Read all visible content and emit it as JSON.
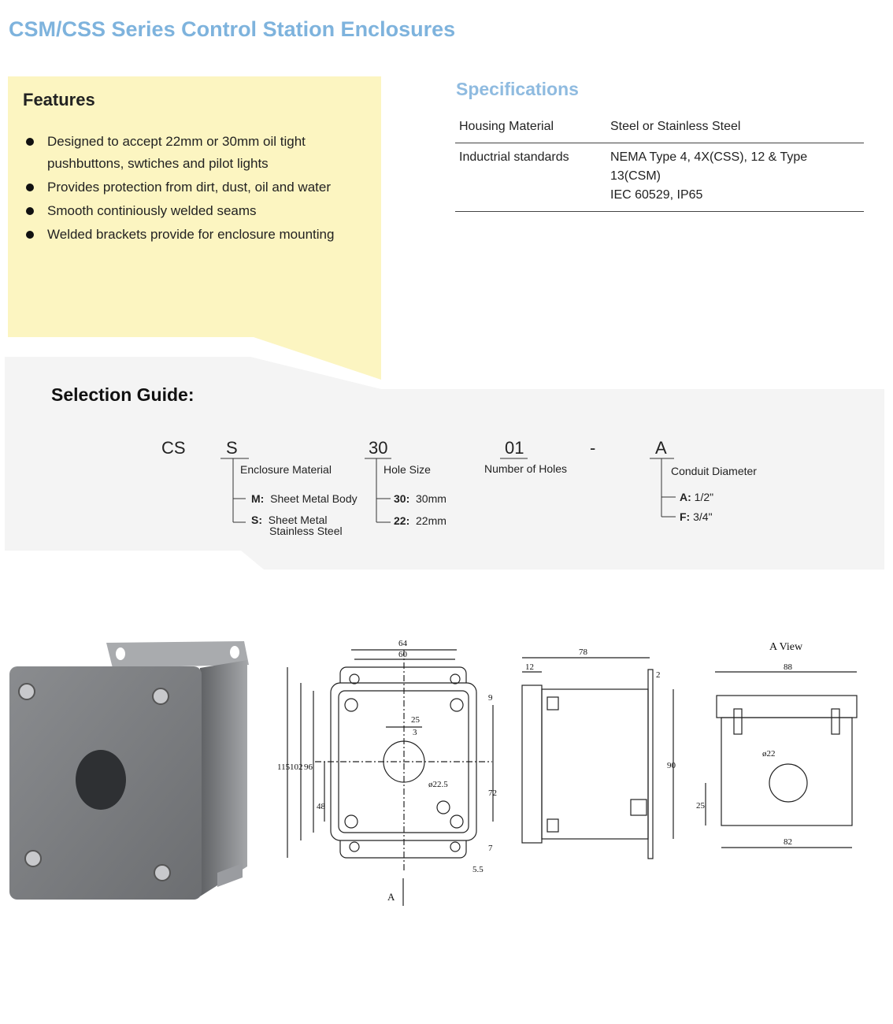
{
  "page": {
    "title": "CSM/CSS Series Control Station Enclosures"
  },
  "features": {
    "title": "Features",
    "items": [
      "Designed to accept 22mm or 30mm oil tight pushbuttons, swtiches and pilot lights",
      "Provides protection from dirt, dust, oil and water",
      "Smooth continiously welded seams",
      "Welded brackets provide for enclosure mounting"
    ]
  },
  "specifications": {
    "title": "Specifications",
    "rows": [
      {
        "key": "Housing Material",
        "value": "Steel or Stainless Steel",
        "value2": ""
      },
      {
        "key": "Inductrial standards",
        "value": "NEMA Type 4, 4X(CSS), 12 & Type 13(CSM)",
        "value2": "IEC 60529, IP65"
      }
    ]
  },
  "selection_guide": {
    "title": "Selection Guide:",
    "prefix": "CS",
    "material_code": "S",
    "hole_size_code": "30",
    "holes_code": "01",
    "dash": "-",
    "conduit_code": "A",
    "material": {
      "label": "Enclosure Material",
      "options": [
        {
          "code": "M:",
          "text": "Sheet Metal Body"
        },
        {
          "code": "S:",
          "text": "Sheet Metal",
          "text2": "Stainless Steel"
        }
      ]
    },
    "hole_size": {
      "label": "Hole Size",
      "options": [
        {
          "code": "30:",
          "text": "30mm"
        },
        {
          "code": "22:",
          "text": "22mm"
        }
      ]
    },
    "holes": {
      "label": "Number of Holes"
    },
    "conduit": {
      "label": "Conduit Diameter",
      "options": [
        {
          "code": "A:",
          "text": "1/2\""
        },
        {
          "code": "F:",
          "text": "3/4\""
        }
      ]
    }
  },
  "drawings": {
    "front": {
      "dims": [
        "64",
        "60",
        "25",
        "3",
        "115",
        "102",
        "96",
        "48",
        "72",
        "9",
        "7",
        "5.5",
        "ø22.5"
      ],
      "view_marker": "A"
    },
    "side": {
      "dims": [
        "78",
        "12",
        "2",
        "90"
      ]
    },
    "a_view": {
      "title": "A View",
      "dims": [
        "88",
        "82",
        "25",
        "ø22"
      ]
    }
  },
  "colors": {
    "title_blue": "#7eb3dd",
    "spec_blue": "#8fbbe0",
    "features_bg": "#fcf5c1",
    "guide_bg": "#f4f4f4",
    "enclosure_gray": "#7b7d80"
  }
}
